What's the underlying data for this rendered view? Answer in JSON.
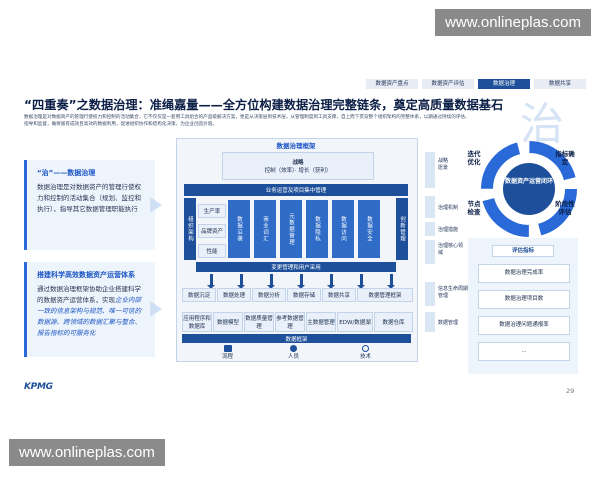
{
  "watermark": {
    "top": "www.onlineplas.com",
    "bottom": "www.onlineplas.com"
  },
  "tabs": [
    {
      "label": "数据资产盘点",
      "active": false
    },
    {
      "label": "数据资产评估",
      "active": false
    },
    {
      "label": "数据治理",
      "active": true
    },
    {
      "label": "数据共享",
      "active": false
    }
  ],
  "title": "“四重奏”之数据治理：准绳嘉量——全方位构建数据治理完整链条，奠定高质量数据基石",
  "intro": "数据治理是对数据资产的管理行使权力和控制的活动集合，它不仅仅是一套用工具组合的产品级解决方案，更是从决策层到技术层，从管理制度到工具支撑，自上而下贯穿整个组织架构的完整体系，以期通过持续的评估、指导和监督，确保富有成效且高效的数据利用，促进组织协作和结构化决策，为企业创造价值。",
  "big_char": "治",
  "left_panels": [
    {
      "heading": "“治”——数据治理",
      "body": "数据治理是对数据资产的管理行使权力和控制的活动集合（规划、监控和执行），指导其它数据管理职能执行"
    },
    {
      "heading": "搭建科学高效数据资产运营体系",
      "body_plain": "通过数据治理框架协助企业搭建科学的数据资产运营体系，实现",
      "body_highlight": "企业内部一致的信息架构与规范、唯一可信的数据源、跨领域的数据汇聚与整合、报告指标的可服务化"
    }
  ],
  "framework": {
    "title": "数据治理框架",
    "strategy": "战略",
    "strategy_sub": "控制（效率）· 增长（获利）",
    "ops_title": "业务运营及项目集中管理",
    "org": "组织架构",
    "rows": [
      "生产率",
      "品牌资产",
      "性能"
    ],
    "columns": [
      "数据沿袭",
      "商业词汇",
      "元数据管理",
      "数据隐私",
      "数据访问",
      "数据安全"
    ],
    "innovation": "创新管理",
    "change_mgmt": "变更管理和用户采用",
    "lifecycle_top": [
      "数据沉淀",
      "数据处理",
      "数据分析",
      "数据存储",
      "数据共享",
      "数据管理框架"
    ],
    "lifecycle_bottom": [
      "应用程序和数据库",
      "数据模型",
      "数据质量管理",
      "参考数据管理",
      "主数据管理",
      "EDW/数据湖",
      "数据仓库"
    ],
    "base_title": "数据框架",
    "base_items": [
      "流程",
      "人员",
      "技术"
    ]
  },
  "side_labels": [
    "战略愿景",
    "治理机制",
    "治理措施",
    "治理核心领域",
    "信息生命周期管理",
    "数据管理"
  ],
  "cycle": {
    "center": "数据资产运营闭环",
    "labels": [
      "指标确定",
      "阶段性评估",
      "节点检查",
      "迭代优化"
    ]
  },
  "indicators": {
    "heading": "评估指标",
    "items": [
      "数据治理完成率",
      "数据治理项目数",
      "数据治理问题通报率",
      "..."
    ]
  },
  "footer": {
    "logo": "KPMG",
    "page_number": "29"
  },
  "colors": {
    "primary": "#1d4f9a",
    "accent": "#2a6ad8",
    "panel": "#eef4fb"
  }
}
